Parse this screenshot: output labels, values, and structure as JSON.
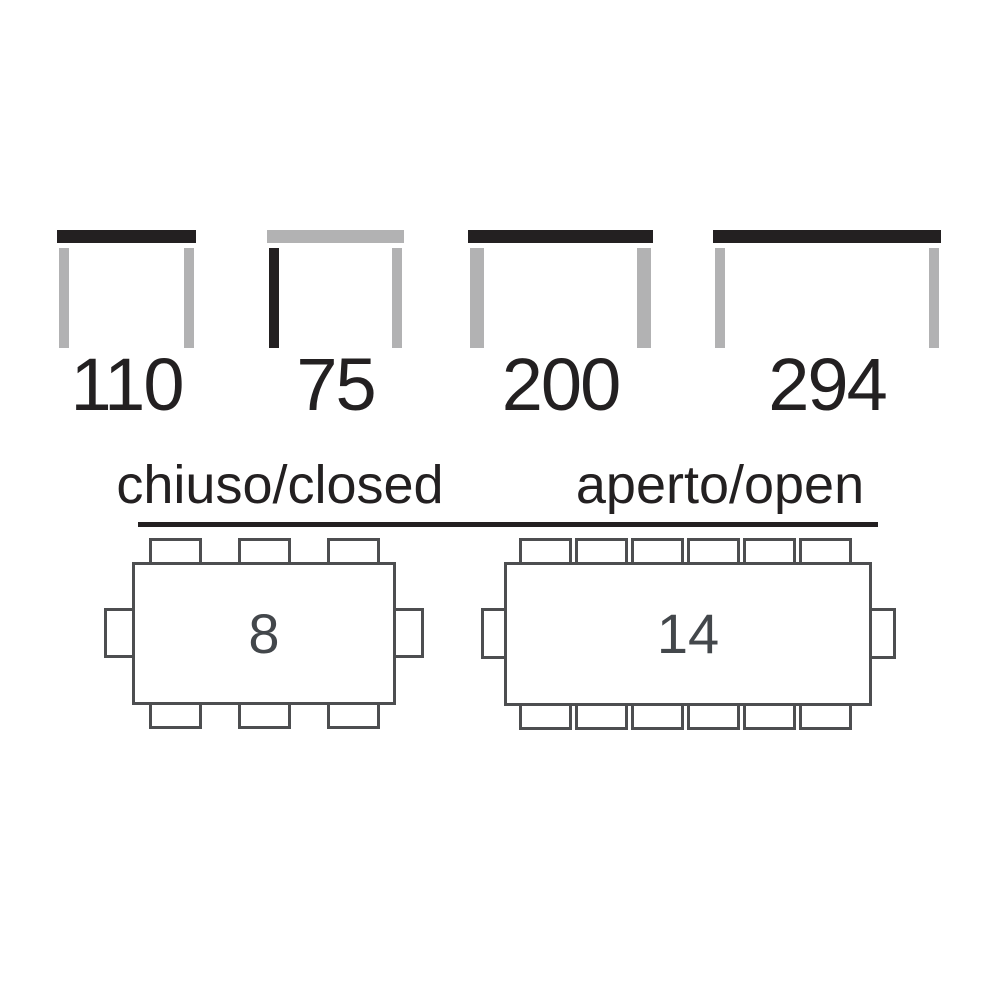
{
  "colors": {
    "ink": "#232021",
    "gray": "#b2b2b3",
    "line": "#4d4e50",
    "seat-num": "#43474b",
    "bg": "#ffffff"
  },
  "measure_icons": [
    {
      "value": "110",
      "top_variant": "dark",
      "left_leg_variant": "gray",
      "right_leg_variant": "gray"
    },
    {
      "value": "75",
      "top_variant": "gray",
      "left_leg_variant": "dark",
      "right_leg_variant": "gray"
    },
    {
      "value": "200",
      "top_variant": "dark",
      "left_leg_variant": "gray",
      "right_leg_variant": "gray"
    },
    {
      "value": "294",
      "top_variant": "dark",
      "left_leg_variant": "gray",
      "right_leg_variant": "gray"
    }
  ],
  "sections": {
    "closed": {
      "title": "chiuso/closed",
      "seats": "8"
    },
    "open": {
      "title": "aperto/open",
      "seats": "14"
    }
  }
}
